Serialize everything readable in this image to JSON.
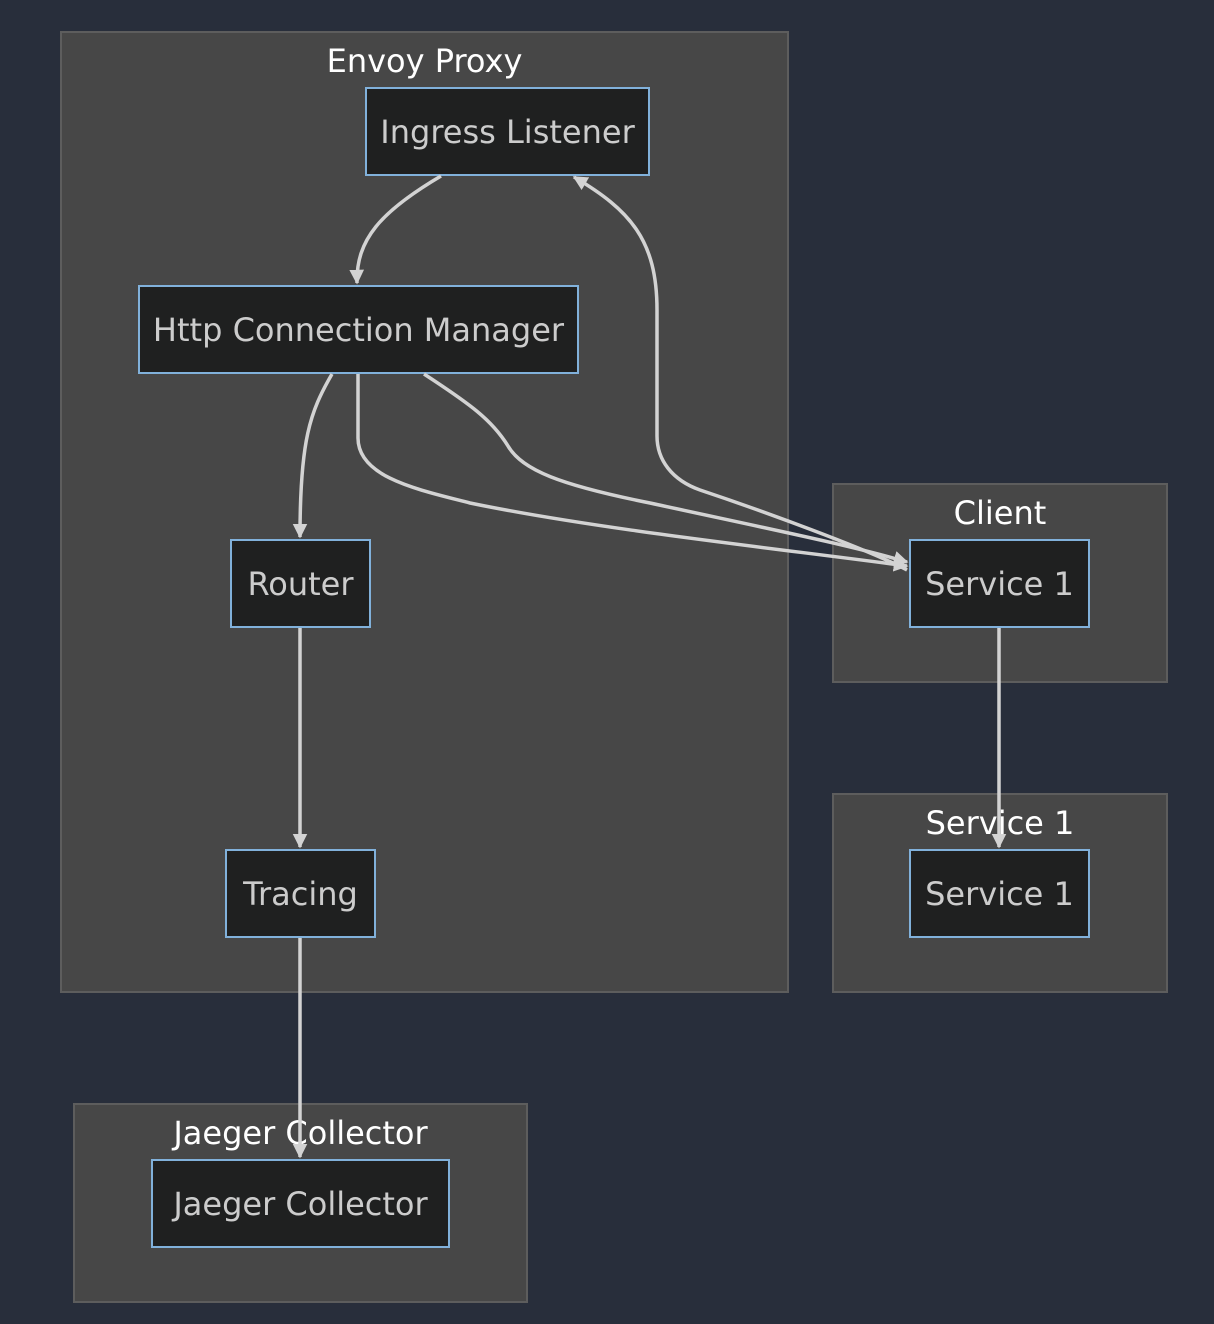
{
  "clusters": {
    "envoy": "Envoy Proxy",
    "client": "Client",
    "service1": "Service 1",
    "jaeger": "Jaeger Collector"
  },
  "nodes": {
    "ingress": "Ingress Listener",
    "hcm": "Http Connection Manager",
    "router": "Router",
    "tracing": "Tracing",
    "client_service": "Service 1",
    "service1": "Service 1",
    "jaeger": "Jaeger Collector"
  },
  "edges": [
    {
      "from": "Ingress Listener",
      "to": "Http Connection Manager"
    },
    {
      "from": "Http Connection Manager",
      "to": "Router"
    },
    {
      "from": "Http Connection Manager",
      "to": "Service 1"
    },
    {
      "from": "Http Connection Manager",
      "to": "Service 1"
    },
    {
      "from": "Service 1",
      "to": "Ingress Listener"
    },
    {
      "from": "Router",
      "to": "Tracing"
    },
    {
      "from": "Tracing",
      "to": "Jaeger Collector"
    },
    {
      "from": "Service 1",
      "to": "Service 1"
    }
  ],
  "colors": {
    "background": "#282e3b",
    "cluster_fill": "#474747",
    "cluster_border": "#5d5d5d",
    "node_fill": "#1f2020",
    "node_border": "#81b1db",
    "edge": "#d3d3d3",
    "node_text": "#cccccc",
    "cluster_text": "#ffffff"
  }
}
